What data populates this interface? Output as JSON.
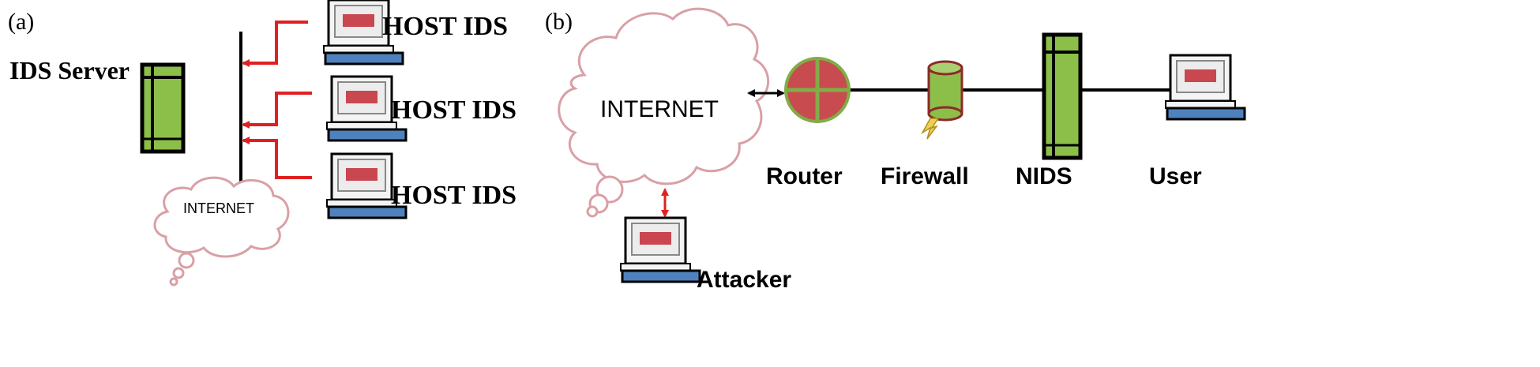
{
  "panel_a": {
    "label": "(a)",
    "server_label": "IDS Server",
    "internet_label": "INTERNET",
    "hosts": [
      {
        "label": "HOST IDS"
      },
      {
        "label": "HOST IDS"
      },
      {
        "label": "HOST IDS"
      }
    ]
  },
  "panel_b": {
    "label": "(b)",
    "internet_label": "INTERNET",
    "router_label": "Router",
    "firewall_label": "Firewall",
    "nids_label": "NIDS",
    "user_label": "User",
    "attacker_label": "Attacker"
  },
  "colors": {
    "arrow_red": "#e02020",
    "server_green": "#8cbf4a",
    "router_red": "#c84b50",
    "router_ring": "#7fae45",
    "cloud_outline": "#d9a0a5",
    "screen_red": "#c9474f",
    "keyboard_blue": "#4f81bd"
  }
}
